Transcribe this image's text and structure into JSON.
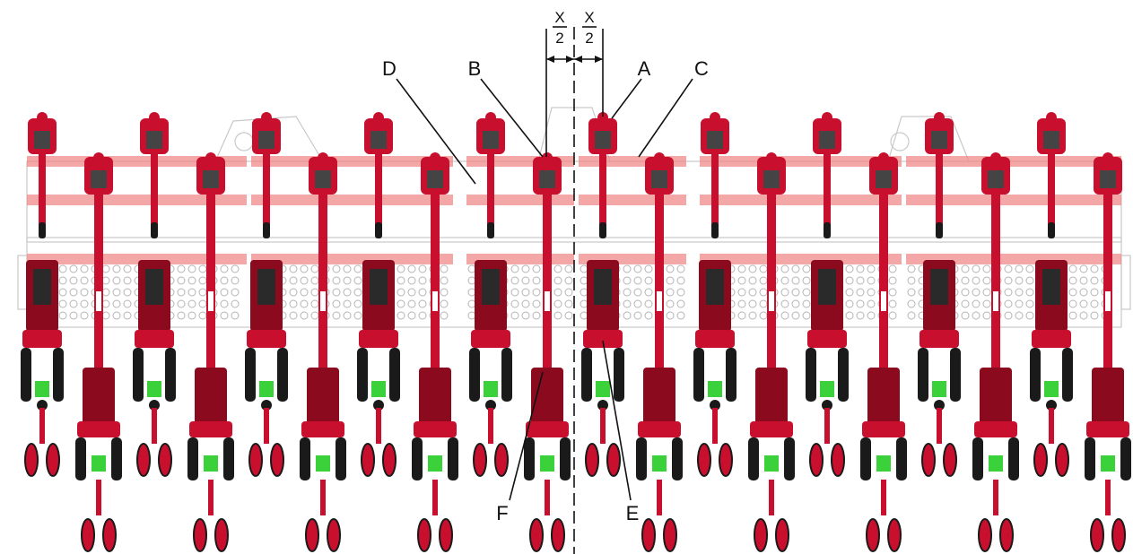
{
  "callouts": {
    "a": "A",
    "b": "B",
    "c": "C",
    "d": "D",
    "e": "E",
    "f": "F"
  },
  "dimension": {
    "left_numerator": "X",
    "left_denominator": "2",
    "right_numerator": "X",
    "right_denominator": "2"
  },
  "colors": {
    "unit_red": "#c8102e",
    "unit_dark_red": "#8b0a1e",
    "band_pink": "#f08a8a",
    "frame_gray": "#c9c9c9",
    "press_green": "#3ad13a",
    "tire_black": "#1a1a1a"
  },
  "machine": {
    "front_row_units": 10,
    "rear_row_units": 10
  }
}
